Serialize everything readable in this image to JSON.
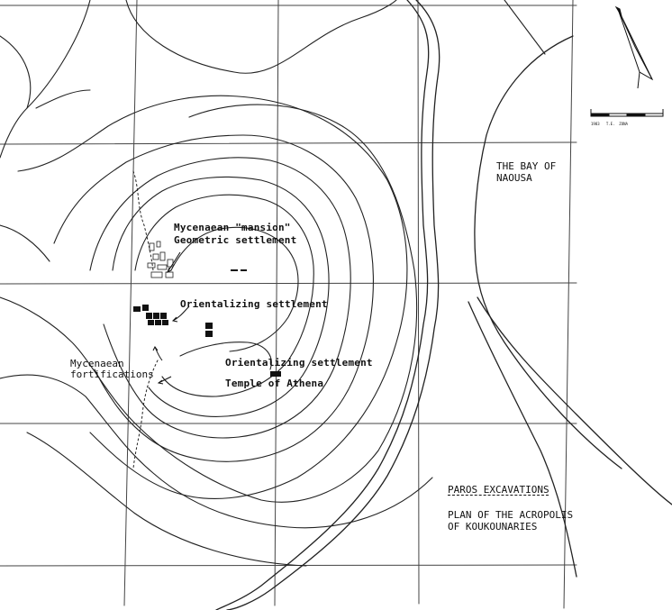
{
  "map": {
    "bay_label_line1": "THE BAY OF",
    "bay_label_line2": "NAOUSA",
    "mansion_line1": "Mycenaean \"mansion\"",
    "mansion_line2": "Geometric settlement",
    "orient1": "Orientalizing settlement",
    "orient2": "Orientalizing settlement",
    "temple": "Temple of Athena",
    "fort_line1": "Mycenaean",
    "fort_line2": "fortifications",
    "title1": "PAROS EXCAVATIONS",
    "title2": "PLAN OF THE ACROPOLIS",
    "title3": "OF KOUKOUNARIES",
    "scale_caption": "1983   T.E.  ZONA"
  }
}
